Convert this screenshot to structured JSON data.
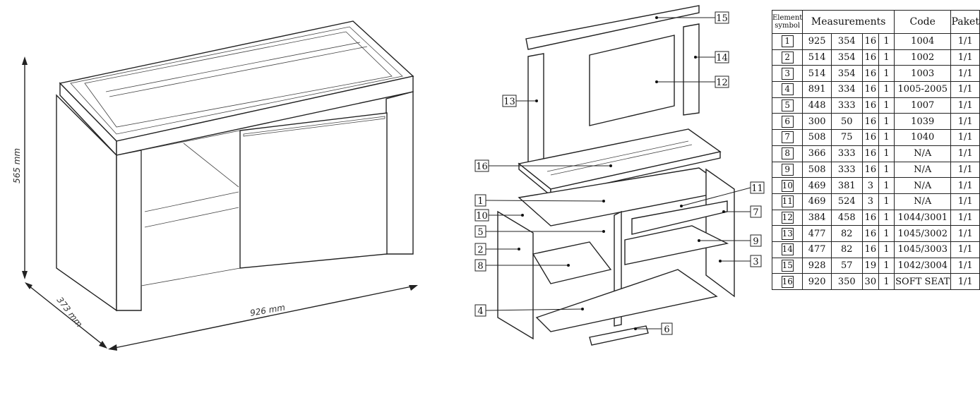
{
  "dimensions": {
    "height": "565 mm",
    "depth": "373 mm",
    "width": "926 mm"
  },
  "table": {
    "headers": {
      "symbol": "Element symbol",
      "measurements": "Measurements",
      "code": "Code",
      "paket": "Paket"
    },
    "rows": [
      {
        "symbol": "1",
        "m": [
          "925",
          "354",
          "16",
          "1"
        ],
        "code": "1004",
        "paket": "1/1"
      },
      {
        "symbol": "2",
        "m": [
          "514",
          "354",
          "16",
          "1"
        ],
        "code": "1002",
        "paket": "1/1"
      },
      {
        "symbol": "3",
        "m": [
          "514",
          "354",
          "16",
          "1"
        ],
        "code": "1003",
        "paket": "1/1"
      },
      {
        "symbol": "4",
        "m": [
          "891",
          "334",
          "16",
          "1"
        ],
        "code": "1005-2005",
        "paket": "1/1"
      },
      {
        "symbol": "5",
        "m": [
          "448",
          "333",
          "16",
          "1"
        ],
        "code": "1007",
        "paket": "1/1"
      },
      {
        "symbol": "6",
        "m": [
          "300",
          "50",
          "16",
          "1"
        ],
        "code": "1039",
        "paket": "1/1"
      },
      {
        "symbol": "7",
        "m": [
          "508",
          "75",
          "16",
          "1"
        ],
        "code": "1040",
        "paket": "1/1"
      },
      {
        "symbol": "8",
        "m": [
          "366",
          "333",
          "16",
          "1"
        ],
        "code": "N/A",
        "paket": "1/1"
      },
      {
        "symbol": "9",
        "m": [
          "508",
          "333",
          "16",
          "1"
        ],
        "code": "N/A",
        "paket": "1/1"
      },
      {
        "symbol": "10",
        "m": [
          "469",
          "381",
          "3",
          "1"
        ],
        "code": "N/A",
        "paket": "1/1"
      },
      {
        "symbol": "11",
        "m": [
          "469",
          "524",
          "3",
          "1"
        ],
        "code": "N/A",
        "paket": "1/1"
      },
      {
        "symbol": "12",
        "m": [
          "384",
          "458",
          "16",
          "1"
        ],
        "code": "1044/3001",
        "paket": "1/1"
      },
      {
        "symbol": "13",
        "m": [
          "477",
          "82",
          "16",
          "1"
        ],
        "code": "1045/3002",
        "paket": "1/1"
      },
      {
        "symbol": "14",
        "m": [
          "477",
          "82",
          "16",
          "1"
        ],
        "code": "1045/3003",
        "paket": "1/1"
      },
      {
        "symbol": "15",
        "m": [
          "928",
          "57",
          "19",
          "1"
        ],
        "code": "1042/3004",
        "paket": "1/1"
      },
      {
        "symbol": "16",
        "m": [
          "920",
          "350",
          "30",
          "1"
        ],
        "code": "SOFT SEAT",
        "paket": "1/1"
      }
    ]
  },
  "callouts": [
    "1",
    "2",
    "3",
    "4",
    "5",
    "6",
    "7",
    "8",
    "9",
    "10",
    "11",
    "12",
    "13",
    "14",
    "15",
    "16"
  ]
}
